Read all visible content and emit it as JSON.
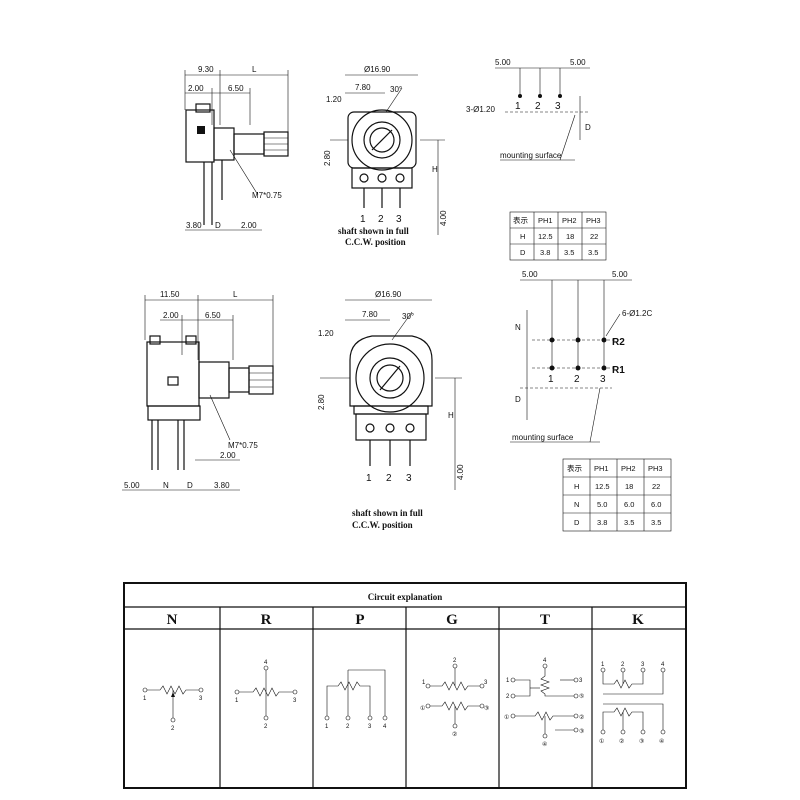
{
  "top_side": {
    "dim_total": "9.30",
    "dim_l": "L",
    "dim_a": "2.00",
    "dim_b": "6.50",
    "thread": "M7*0.75",
    "dim_c": "3.80",
    "dim_d": "D",
    "dim_e": "2.00"
  },
  "top_front": {
    "diameter": "Ø16.90",
    "dim_a": "7.80",
    "dim_b": "1.20",
    "angle": "30°",
    "dim_c": "2.80",
    "dim_h": "H",
    "dim_d": "4.00",
    "pins": [
      "1",
      "2",
      "3"
    ],
    "caption_1": "shaft shown in full",
    "caption_2": "C.C.W. position"
  },
  "top_mount": {
    "dim_a": "5.00",
    "dim_b": "5.00",
    "hole": "3-Ø1.20",
    "pins": [
      "1",
      "2",
      "3"
    ],
    "dim_d": "D",
    "surface": "mounting surface"
  },
  "table_top": {
    "headers": [
      "表示",
      "PH1",
      "PH2",
      "PH3"
    ],
    "rows": [
      [
        "H",
        "12.5",
        "18",
        "22"
      ],
      [
        "D",
        "3.8",
        "3.5",
        "3.5"
      ]
    ]
  },
  "bottom_side": {
    "dim_total": "11.50",
    "dim_l": "L",
    "dim_a": "2.00",
    "dim_b": "6.50",
    "thread": "M7*0.75",
    "dim_e": "2.00",
    "dim_f": "5.00",
    "dim_n": "N",
    "dim_d": "D",
    "dim_c": "3.80"
  },
  "bottom_front": {
    "diameter": "Ø16.90",
    "dim_a": "7.80",
    "dim_b": "1.20",
    "angle": "30°",
    "dim_c": "2.80",
    "dim_h": "H",
    "dim_d": "4.00",
    "pins": [
      "1",
      "2",
      "3"
    ],
    "caption_1": "shaft shown in full",
    "caption_2": "C.C.W. position"
  },
  "bottom_mount": {
    "dim_a": "5.00",
    "dim_b": "5.00",
    "hole": "6-Ø1.2C",
    "row_r2": "R2",
    "row_r1": "R1",
    "pins": [
      "1",
      "2",
      "3"
    ],
    "dim_n": "N",
    "dim_d": "D",
    "surface": "mounting surface"
  },
  "table_bottom": {
    "headers": [
      "表示",
      "PH1",
      "PH2",
      "PH3"
    ],
    "rows": [
      [
        "H",
        "12.5",
        "18",
        "22"
      ],
      [
        "N",
        "5.0",
        "6.0",
        "6.0"
      ],
      [
        "D",
        "3.8",
        "3.5",
        "3.5"
      ]
    ]
  },
  "circuit": {
    "title": "Circuit explanation",
    "types": [
      "N",
      "R",
      "P",
      "G",
      "T",
      "K"
    ],
    "n_pins": [
      "1",
      "2",
      "3"
    ],
    "r_pins": [
      "4",
      "1",
      "3",
      "2"
    ],
    "p_pins": [
      "1",
      "2",
      "3",
      "4"
    ],
    "g_pins": [
      "2",
      "1",
      "3",
      "①",
      "③",
      "②"
    ],
    "t_pins": [
      "4",
      "1",
      "2",
      "3",
      "⑤",
      "①",
      "②",
      "③",
      "④"
    ],
    "k_pins": [
      "1",
      "2",
      "3",
      "4",
      "①",
      "②",
      "③",
      "④"
    ]
  }
}
